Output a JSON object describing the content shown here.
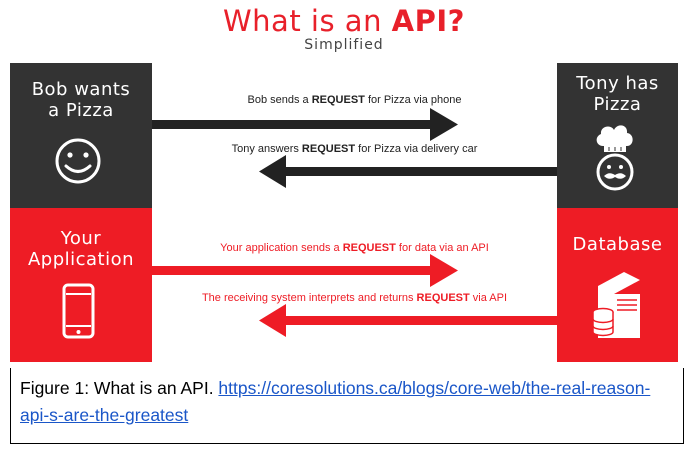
{
  "title": {
    "prefix": "What is an ",
    "emphasis": "API?",
    "subtitle": "Simplified"
  },
  "panels": {
    "bob": {
      "line1": "Bob wants",
      "line2": "a Pizza",
      "icon": "smiley-face-icon"
    },
    "tony": {
      "line1": "Tony has",
      "line2": "Pizza",
      "icon": "chef-icon"
    },
    "app": {
      "line1": "Your",
      "line2": "Application",
      "icon": "smartphone-icon"
    },
    "db": {
      "line1": "Database",
      "icon": "server-database-icon"
    }
  },
  "messages": {
    "bob_request": {
      "before": "Bob sends a ",
      "bold": "REQUEST",
      "after": " for Pizza via phone"
    },
    "tony_answer": {
      "before": "Tony answers ",
      "bold": "REQUEST",
      "after": " for Pizza via delivery car"
    },
    "app_request": {
      "before": "Your application sends a ",
      "bold": "REQUEST",
      "after": " for data via an API"
    },
    "system_return": {
      "before": "The receiving system interprets and returns ",
      "bold": "REQUEST",
      "after": " via API"
    }
  },
  "caption": {
    "text": "Figure 1: What is an API. ",
    "link": "https://coresolutions.ca/blogs/core-web/the-real-reason-api-s-are-the-greatest"
  },
  "colors": {
    "red": "#ee1c25",
    "dark": "#333333"
  }
}
